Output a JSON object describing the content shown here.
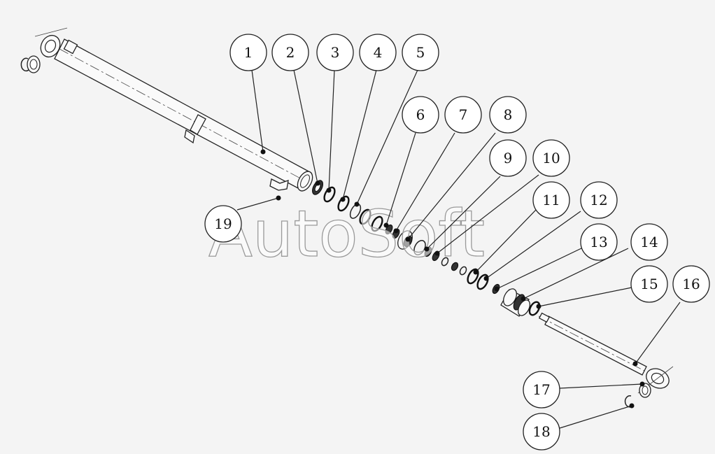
{
  "watermark": "AutoSoft",
  "callouts": [
    {
      "id": "1",
      "label": "1"
    },
    {
      "id": "2",
      "label": "2"
    },
    {
      "id": "3",
      "label": "3"
    },
    {
      "id": "4",
      "label": "4"
    },
    {
      "id": "5",
      "label": "5"
    },
    {
      "id": "6",
      "label": "6"
    },
    {
      "id": "7",
      "label": "7"
    },
    {
      "id": "8",
      "label": "8"
    },
    {
      "id": "9",
      "label": "9"
    },
    {
      "id": "10",
      "label": "10"
    },
    {
      "id": "11",
      "label": "11"
    },
    {
      "id": "12",
      "label": "12"
    },
    {
      "id": "13",
      "label": "13"
    },
    {
      "id": "14",
      "label": "14"
    },
    {
      "id": "15",
      "label": "15"
    },
    {
      "id": "16",
      "label": "16"
    },
    {
      "id": "17",
      "label": "17"
    },
    {
      "id": "18",
      "label": "18"
    },
    {
      "id": "19",
      "label": "19"
    }
  ]
}
